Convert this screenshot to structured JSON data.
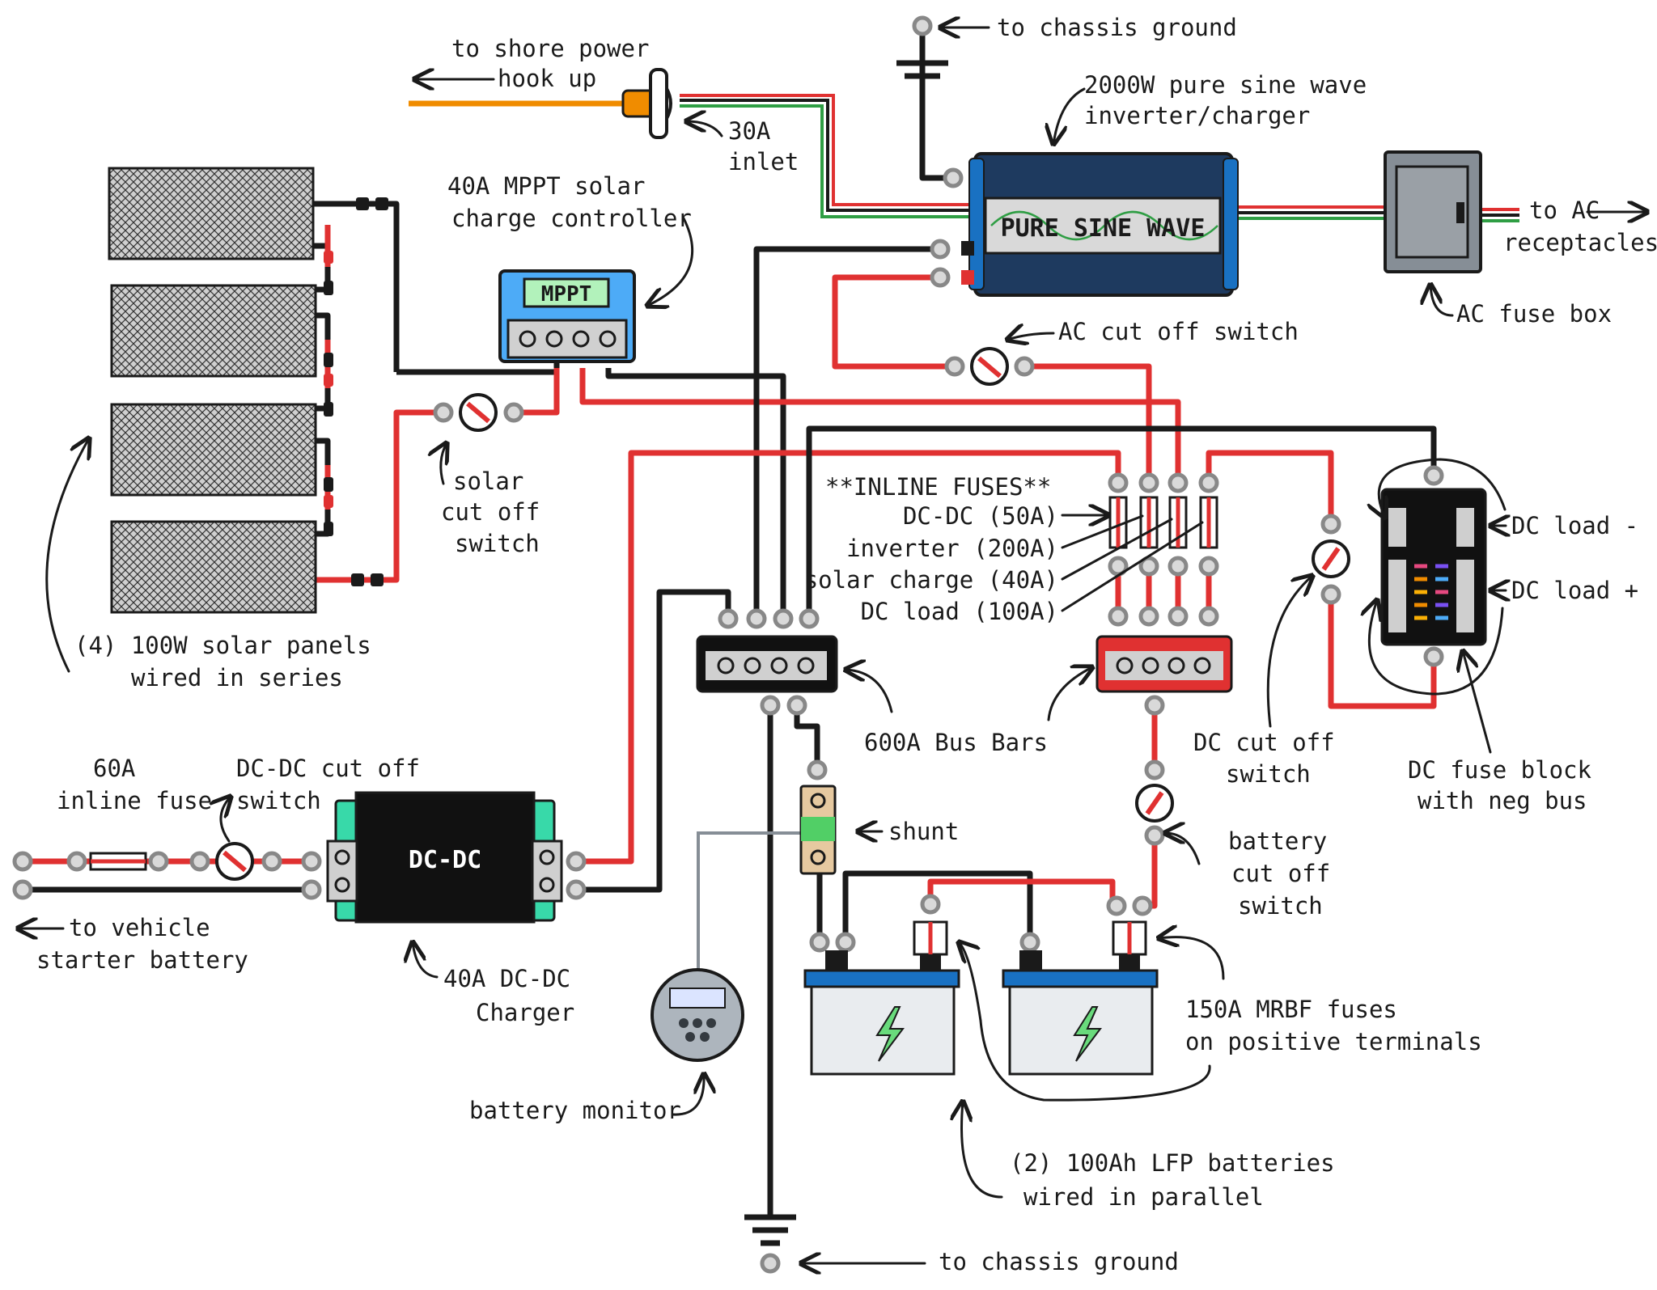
{
  "colors": {
    "positive_wire": "#e03131",
    "negative_wire": "#1a1a1a",
    "ground_wire": "#1a1a1a",
    "monitor_wire": "#868e96",
    "shore_power_wire": "#f08c00",
    "ac_hot": "#e03131",
    "ac_neutral": "#ffffff",
    "ac_ground": "#2f9e44",
    "inverter_body": "#1e3a5f",
    "inverter_edge": "#1971c2",
    "mppt_body": "#4dabf7",
    "dcdc_body": "#111111",
    "dcdc_accent": "#38d9a9",
    "battery_top": "#1971c2",
    "battery_bolt": "#69db7c",
    "fuse_box": "#868e96",
    "bus_bar_pos": "#e03131",
    "bus_bar_neg": "#111111"
  },
  "icons": [
    "shore-inlet-icon",
    "ground-symbol-icon",
    "inverter-icon",
    "fuse-box-icon",
    "solar-panel-icon",
    "mppt-icon",
    "switch-icon",
    "fuse-icon",
    "bus-bar-icon",
    "dc-fuse-block-icon",
    "dcdc-charger-icon",
    "shunt-icon",
    "battery-monitor-icon",
    "battery-icon",
    "bolt-icon"
  ],
  "devices": {
    "inverter_display": "PURE SINE WAVE",
    "mppt_display": "MPPT",
    "dcdc_label": "DC-DC"
  },
  "labels": {
    "shore_power": [
      "to shore power",
      "hook up"
    ],
    "inlet": [
      "30A",
      "inlet"
    ],
    "chassis_ground_top": "to chassis ground",
    "inverter": [
      "2000W pure sine wave",
      "inverter/charger"
    ],
    "ac_receptacles": [
      "to AC",
      "receptacles"
    ],
    "ac_fuse_box": "AC fuse box",
    "mppt": [
      "40A MPPT solar",
      "charge controller"
    ],
    "ac_cut_off": "AC cut off switch",
    "solar_cut_off": [
      "solar",
      "cut off",
      "switch"
    ],
    "inline_fuses_title": "**INLINE FUSES**",
    "inline_fuses": [
      "DC-DC (50A)",
      "inverter (200A)",
      "solar charge (40A)",
      "DC load (100A)"
    ],
    "dc_load_neg": "DC load -",
    "dc_load_pos": "DC load +",
    "solar_panels": [
      "(4) 100W solar panels",
      "wired in series"
    ],
    "bus_bars": "600A Bus Bars",
    "dc_cut_off": [
      "DC cut off",
      "switch"
    ],
    "dc_fuse_block": [
      "DC fuse block",
      "with neg bus"
    ],
    "inline_fuse_60": [
      "60A",
      "inline fuse"
    ],
    "dcdc_cut_off": [
      "DC-DC cut off",
      "switch"
    ],
    "shunt": "shunt",
    "battery_cut_off": [
      "battery",
      "cut off",
      "switch"
    ],
    "vehicle_battery": [
      "to vehicle",
      "starter battery"
    ],
    "dcdc_charger": [
      "40A DC-DC",
      "Charger"
    ],
    "mrbf": [
      "150A MRBF fuses",
      "on positive terminals"
    ],
    "battery_monitor": "battery monitor",
    "lfp_batteries": [
      "(2) 100Ah LFP batteries",
      "wired in parallel"
    ],
    "chassis_ground_bottom": "to chassis ground"
  }
}
